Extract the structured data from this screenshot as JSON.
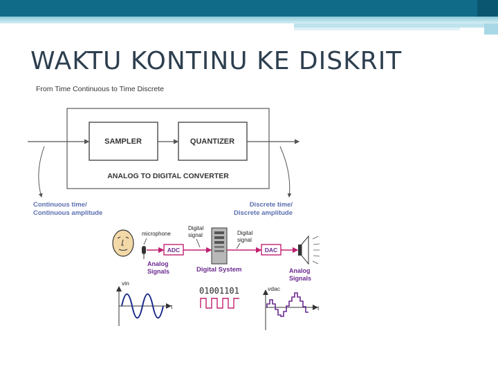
{
  "slide": {
    "title": "WAKTU KONTINU KE DISKRIT"
  },
  "diagram": {
    "heading": "From Time Continuous to Time Discrete",
    "sampler": "SAMPLER",
    "quantizer": "QUANTIZER",
    "adc_label": "ANALOG TO DIGITAL CONVERTER",
    "left_note_1": "Continuous time/",
    "left_note_2": "Continuous amplitude",
    "right_note_1": "Discrete time/",
    "right_note_2": "Discrete amplitude"
  },
  "system": {
    "microphone": "microphone",
    "digital_signal_left_1": "Digital",
    "digital_signal_left_2": "signal",
    "digital_signal_right_1": "Digital",
    "digital_signal_right_2": "signal",
    "adc": "ADC",
    "dac": "DAC",
    "analog_left_1": "Analog",
    "analog_left_2": "Signals",
    "digital_system": "Digital System",
    "analog_right_1": "Analog",
    "analog_right_2": "Signals",
    "vin": "vin",
    "t_left": "t",
    "bits": "01001101",
    "vdac": "vdac",
    "t_right": "t"
  },
  "colors": {
    "topbar": "#0f6b87",
    "title": "#2d3f4f",
    "label_blue": "#5b6fb0",
    "magenta": "#c0206f",
    "purple": "#6a2a8f",
    "wave_blue": "#1a2a8a"
  }
}
